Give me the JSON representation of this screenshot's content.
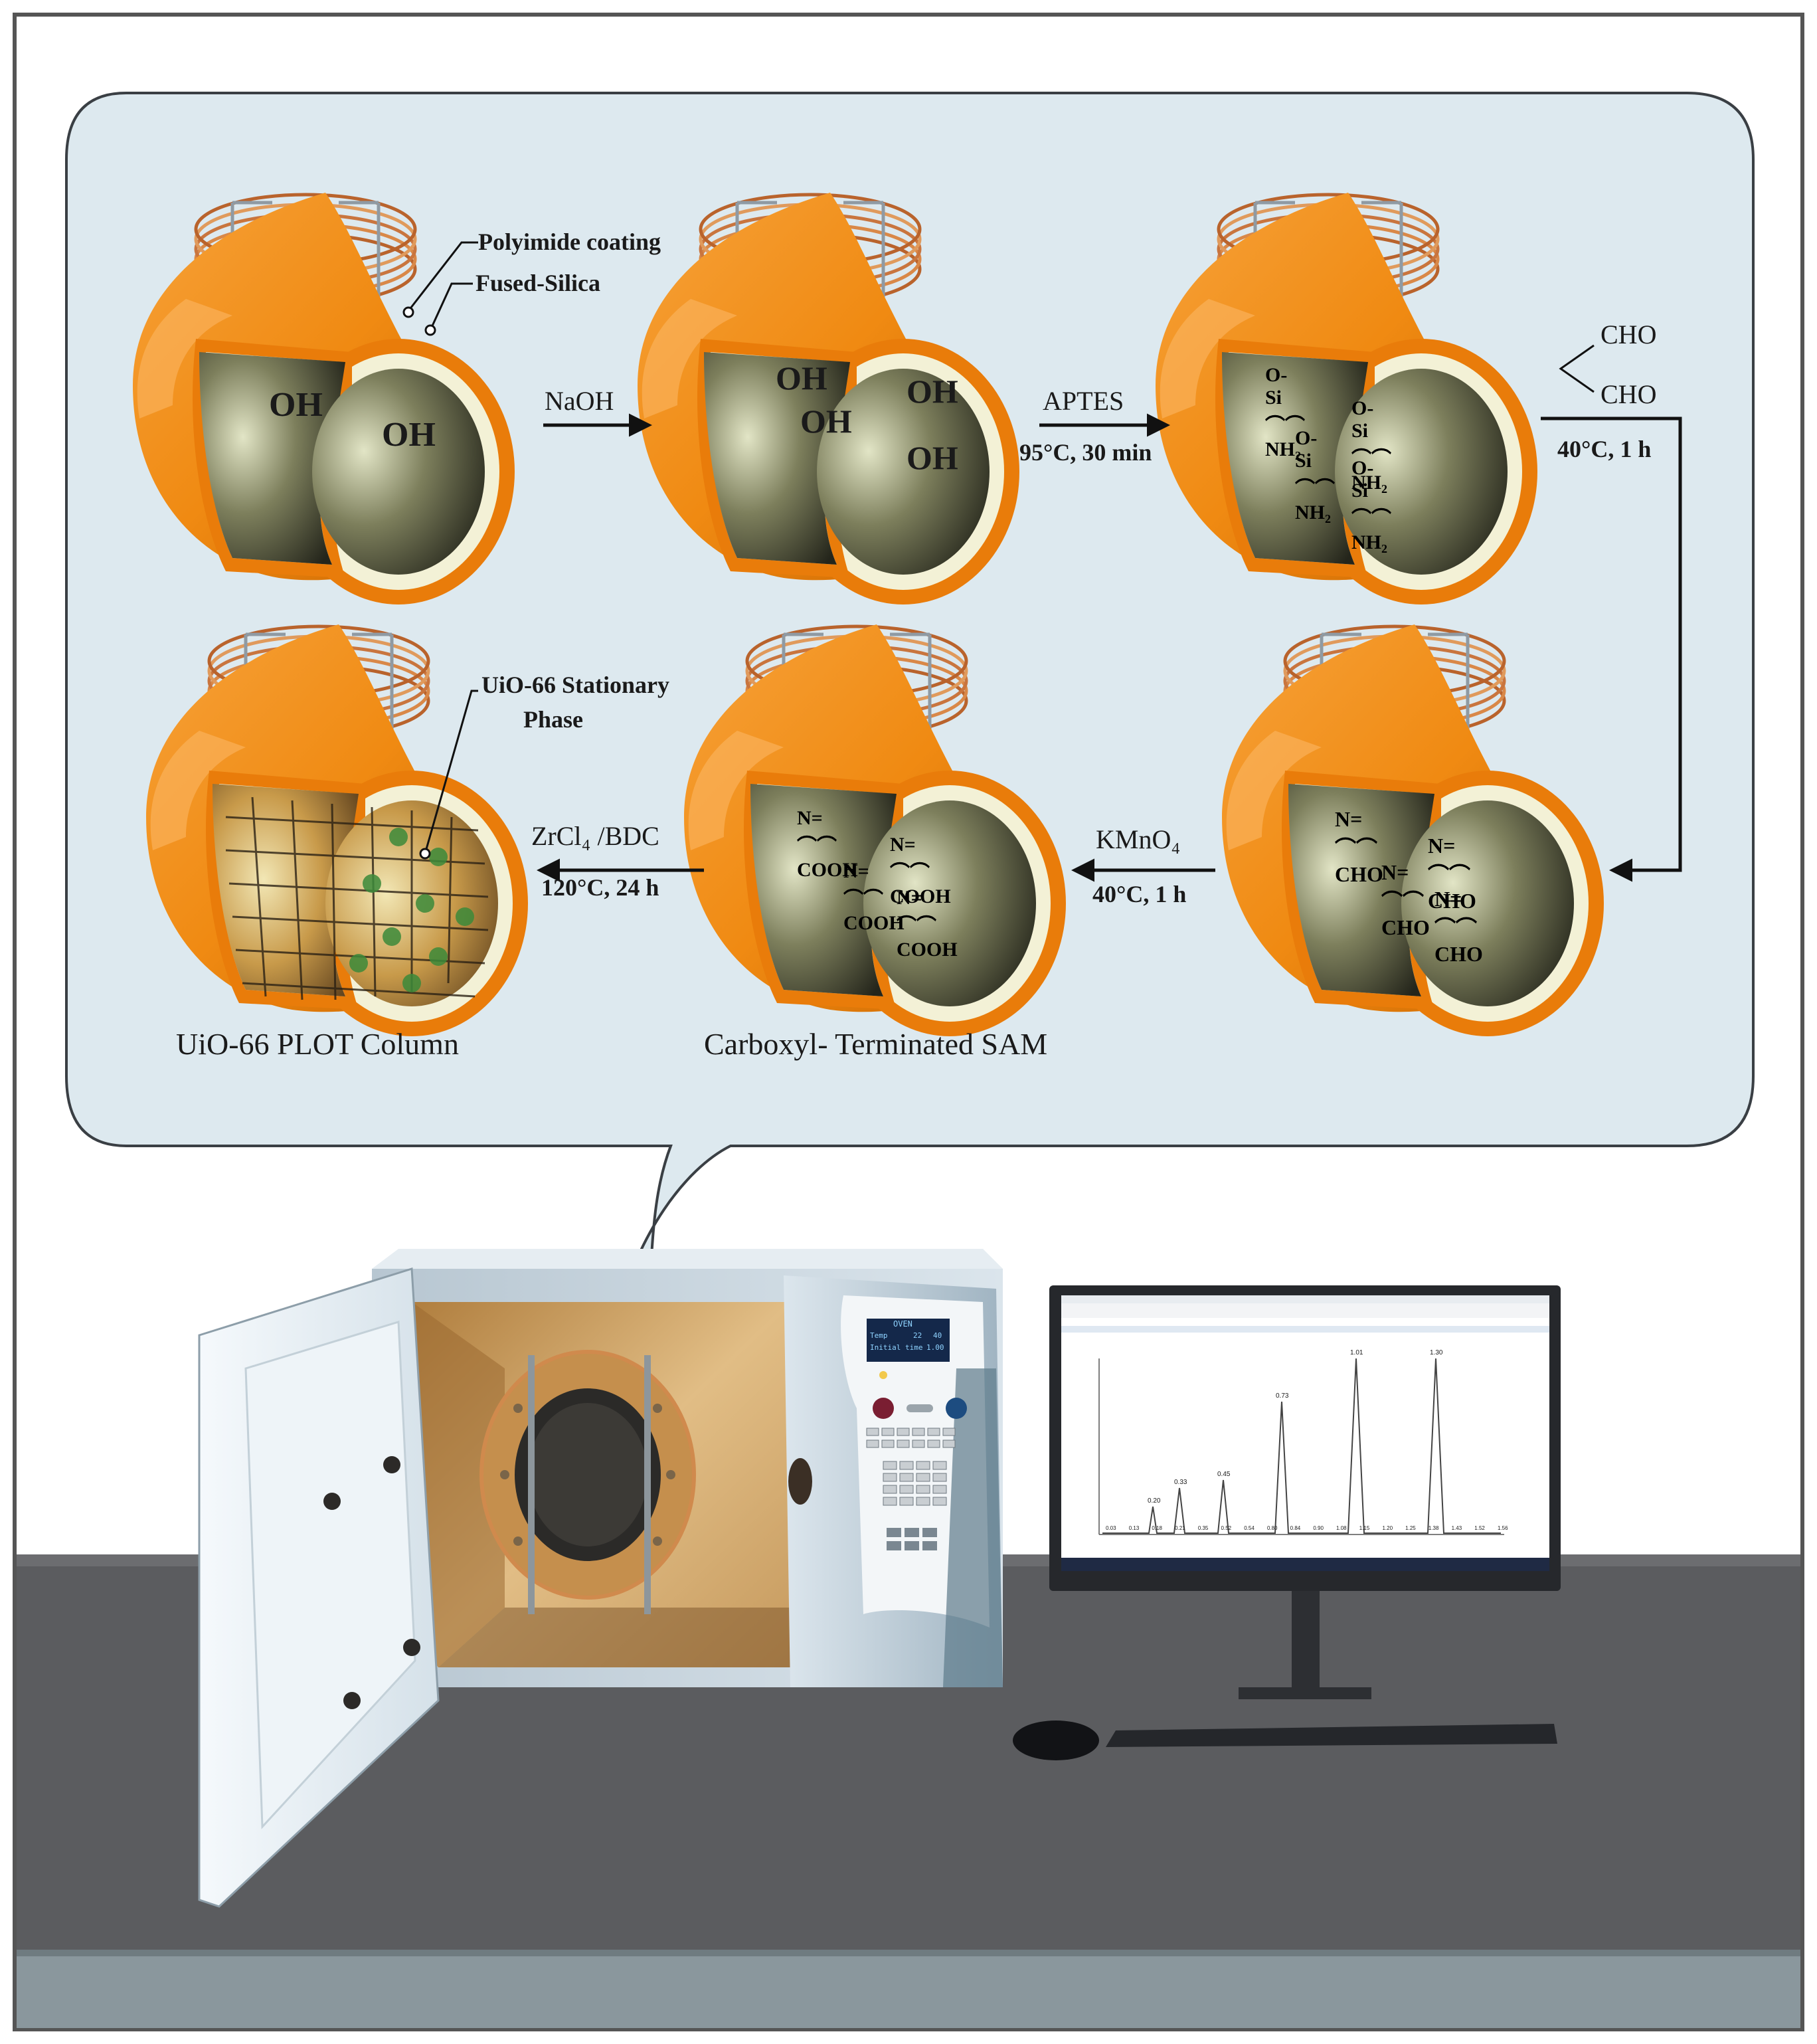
{
  "panel": {
    "step1": {
      "polyimide_label": "Polyimide coating",
      "silica_label": "Fused-Silica",
      "groups": [
        "OH",
        "OH"
      ]
    },
    "arrow_naoh": {
      "reagent": "NaOH"
    },
    "step2": {
      "groups": [
        "OH",
        "OH",
        "OH",
        "OH"
      ]
    },
    "arrow_aptes": {
      "reagent": "APTES",
      "condition": "95°C, 30 min"
    },
    "step3": {
      "groups": [
        "O- Si",
        "O- Si",
        "O- Si",
        "O- Si"
      ],
      "amine": "NH₂"
    },
    "arrow_glutaraldehyde": {
      "reagent_top": "CHO",
      "reagent_bottom": "CHO",
      "condition": "40°C, 1 h"
    },
    "step4": {
      "groups": [
        "N=",
        "N=",
        "N=",
        "N="
      ],
      "terminal": "CHO"
    },
    "arrow_kmno4": {
      "reagent": "KMnO₄",
      "condition": "40°C, 1 h"
    },
    "step5": {
      "groups": [
        "N=",
        "N=",
        "N=",
        "N="
      ],
      "terminal": "COOH",
      "caption": "Carboxyl- Terminated SAM"
    },
    "arrow_zrcl4": {
      "reagent": "ZrCl₄ /BDC",
      "condition": "120°C, 24 h"
    },
    "step6": {
      "stationary_label_1": "UiO-66 Stationary",
      "stationary_label_2": "Phase",
      "caption": "UiO-66 PLOT Column"
    }
  },
  "instrument": {
    "display_line1": "OVEN",
    "display_line2_label": "Temp",
    "display_line2_v1": "22",
    "display_line2_v2": "40",
    "display_line3_label": "Initial time",
    "display_line3_value": "1.00"
  },
  "monitor": {
    "chromatogram": {
      "peak_labels": [
        "0.20",
        "0.33",
        "0.45",
        "0.73",
        "1.01",
        "1.30"
      ],
      "baseline_labels": [
        "0.03",
        "0.13",
        "0.18",
        "0.21",
        "0.35",
        "0.52",
        "0.54",
        "0.80",
        "0.84",
        "0.90",
        "1.08",
        "1.15",
        "1.20",
        "1.25",
        "1.38",
        "1.43",
        "1.52",
        "1.56"
      ]
    }
  },
  "colors": {
    "panel_bg": "#dde9ef",
    "orange": "#f08a12",
    "lining": "#f3f1d6",
    "interior": "#4a4a2e",
    "copper": "#c9753e",
    "oven_body": "#c9d6df",
    "oven_door": "#e9f1f6",
    "cavity": "#cfa56b",
    "desk": "#595a5d",
    "floor": "#8e9ba1"
  }
}
